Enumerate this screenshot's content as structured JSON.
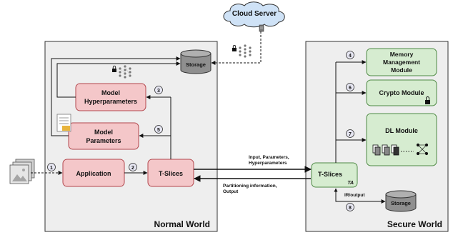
{
  "colors": {
    "pink_fill": "#f4c7c9",
    "pink_stroke": "#b3474d",
    "green_fill": "#d6ecd0",
    "green_stroke": "#4f8a45",
    "world_fill": "#eeeeee",
    "cloud_fill": "#cfe2f6",
    "storage_fill": "#8f8f8f",
    "step_circle_fill": "#e6e6f2"
  },
  "cloud": {
    "label": "Cloud Server",
    "icon": "server-icon"
  },
  "normal_world": {
    "title": "Normal World",
    "storage_label": "Storage",
    "model_hyperparameters": [
      "Model",
      "Hyperparameters"
    ],
    "model_parameters": [
      "Model",
      "Parameters"
    ],
    "application": "Application",
    "tslices": "T-Slices"
  },
  "secure_world": {
    "title": "Secure World",
    "memory_module": [
      "Memory",
      "Management",
      "Module"
    ],
    "crypto_module": "Crypto Module",
    "dl_module": "DL Module",
    "tslices": "T-Slices",
    "ta_tag": "TA",
    "storage_label": "Storage",
    "io_label": "IR/output"
  },
  "channel": {
    "top_label": [
      "Input, Parameters,",
      "Hyperparameters"
    ],
    "bottom_label": [
      "Partitioning information,",
      "Output"
    ]
  },
  "steps": [
    "1",
    "2",
    "3",
    "4",
    "5",
    "6",
    "7",
    "8"
  ],
  "icons": {
    "images": "image-stack-icon",
    "lock": "lock-icon",
    "network": "neural-network-icon",
    "file": "document-icon",
    "tensor": "tensor-stack-icon"
  }
}
